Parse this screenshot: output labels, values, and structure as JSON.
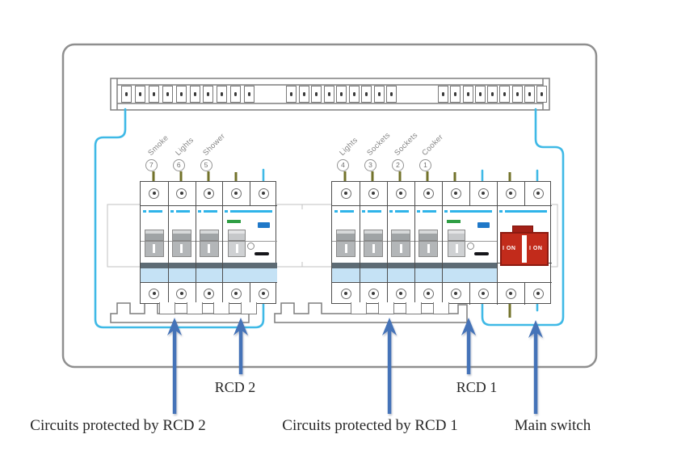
{
  "diagram": {
    "left_group": {
      "name": "Circuits protected by RCD 2",
      "breakers": [
        {
          "number": "7",
          "label": "Smoke"
        },
        {
          "number": "6",
          "label": "Lights"
        },
        {
          "number": "5",
          "label": "Shower"
        }
      ]
    },
    "right_group": {
      "name": "Circuits protected by RCD 1",
      "breakers": [
        {
          "number": "4",
          "label": "Lights"
        },
        {
          "number": "3",
          "label": "Sockets"
        },
        {
          "number": "2",
          "label": "Sockets"
        },
        {
          "number": "1",
          "label": "Cooker"
        }
      ]
    },
    "main_switch": {
      "on_left": "I ON",
      "on_right": "I ON"
    }
  },
  "annotations": {
    "rcd2": "RCD 2",
    "rcd1": "RCD 1",
    "circuits_rcd2": "Circuits protected by RCD 2",
    "circuits_rcd1": "Circuits protected by RCD 1",
    "main_switch": "Main switch"
  },
  "colors": {
    "wire_cyan": "#3fb9e6",
    "arrow_blue": "#4573b8",
    "switch_red": "#c22b1b",
    "band_light_blue": "#c5e2f5",
    "band_dark": "#5d6b74",
    "indicator_green": "#2f9e44",
    "tag_blue": "#1f78c8",
    "enclosure_border": "#8f8f8f",
    "earth_stub_olive": "#72722a"
  }
}
